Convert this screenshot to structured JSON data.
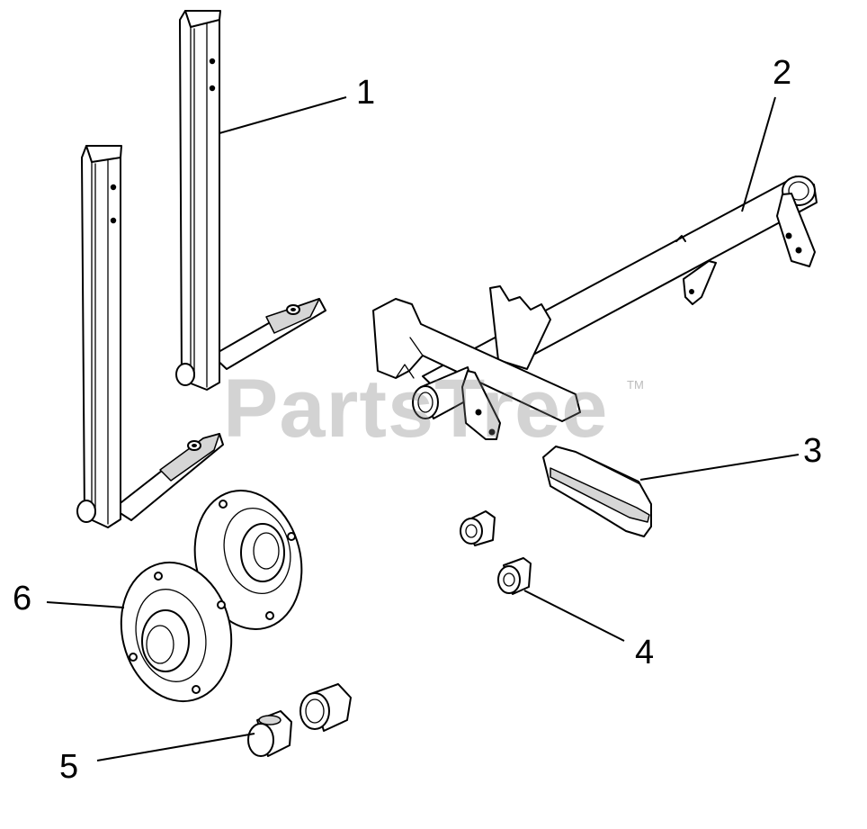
{
  "watermark": {
    "text": "PartsTree",
    "trademark": "TM"
  },
  "callouts": [
    {
      "id": "1",
      "part": "upright tube with foot bar (pair)"
    },
    {
      "id": "2",
      "part": "main axle tube with brackets"
    },
    {
      "id": "3",
      "part": "pad"
    },
    {
      "id": "4",
      "part": "bushings (pair)"
    },
    {
      "id": "5",
      "part": "bushings (pair)"
    },
    {
      "id": "6",
      "part": "bearing flanges (pair)"
    }
  ],
  "colors": {
    "line": "#000000",
    "background": "#ffffff",
    "watermark": "#787878"
  }
}
